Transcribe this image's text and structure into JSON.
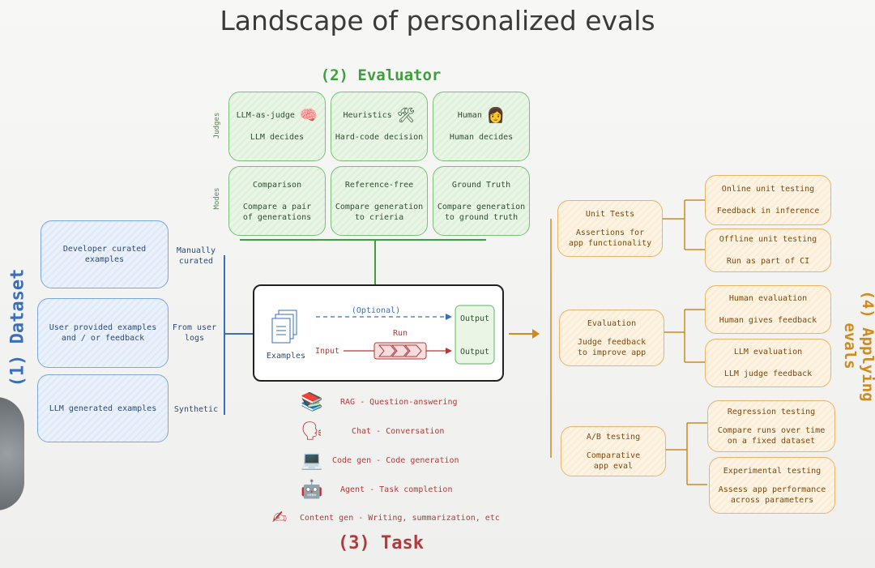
{
  "title": "Landscape of personalized evals",
  "evaluator": {
    "title": "(2) Evaluator",
    "judges_label": "Judges",
    "modes_label": "Modes",
    "judges": [
      {
        "name": "LLM-as-judge",
        "icon": "brain-icon",
        "desc": "LLM decides"
      },
      {
        "name": "Heuristics",
        "icon": "tools-icon",
        "desc": "Hard-code decision"
      },
      {
        "name": "Human",
        "icon": "person-icon",
        "desc": "Human decides"
      }
    ],
    "modes": [
      {
        "name": "Comparison",
        "desc": "Compare a pair of generations"
      },
      {
        "name": "Reference-free",
        "desc": "Compare generation to crieria"
      },
      {
        "name": "Ground Truth",
        "desc": "Compare generation to ground truth"
      }
    ]
  },
  "dataset": {
    "title": "(1) Dataset",
    "items": [
      {
        "box": "Developer curated examples",
        "label": "Manually curated"
      },
      {
        "box": "User provided examples and / or feedback",
        "label": "From user logs"
      },
      {
        "box": "LLM generated examples",
        "label": "Synthetic"
      }
    ]
  },
  "flow": {
    "examples": "Examples",
    "optional": "(Optional)",
    "output_top": "Output",
    "input": "Input",
    "run": "Run",
    "output_bottom": "Output"
  },
  "task": {
    "title": "(3) Task",
    "items": [
      {
        "icon": "books-icon",
        "text": "RAG - Question-answering"
      },
      {
        "icon": "speaking-head-icon",
        "text": "Chat - Conversation"
      },
      {
        "icon": "laptop-icon",
        "text": "Code gen - Code generation"
      },
      {
        "icon": "robot-icon",
        "text": "Agent - Task completion"
      },
      {
        "icon": "writing-hand-icon",
        "text": "Content gen - Writing, summarization, etc"
      }
    ]
  },
  "applying": {
    "title": "(4) Applying evals",
    "groups": [
      {
        "name": "Unit Tests",
        "desc": "Assertions for app functionality",
        "children": [
          {
            "name": "Online unit testing",
            "desc": "Feedback in inference"
          },
          {
            "name": "Offline unit testing",
            "desc": "Run as part of CI"
          }
        ]
      },
      {
        "name": "Evaluation",
        "desc": "Judge feedback to improve app",
        "children": [
          {
            "name": "Human evaluation",
            "desc": "Human gives feedback"
          },
          {
            "name": "LLM evaluation",
            "desc": "LLM judge feedback"
          }
        ]
      },
      {
        "name": "A/B testing",
        "desc": "Comparative app eval",
        "children": [
          {
            "name": "Regression testing",
            "desc": "Compare runs over time on a fixed dataset"
          },
          {
            "name": "Experimental testing",
            "desc": "Assess app performance across parameters"
          }
        ]
      }
    ]
  },
  "colors": {
    "evaluator": "#3f9e3f",
    "dataset": "#3a6fb8",
    "task": "#b23a3a",
    "applying": "#d08a1e"
  }
}
